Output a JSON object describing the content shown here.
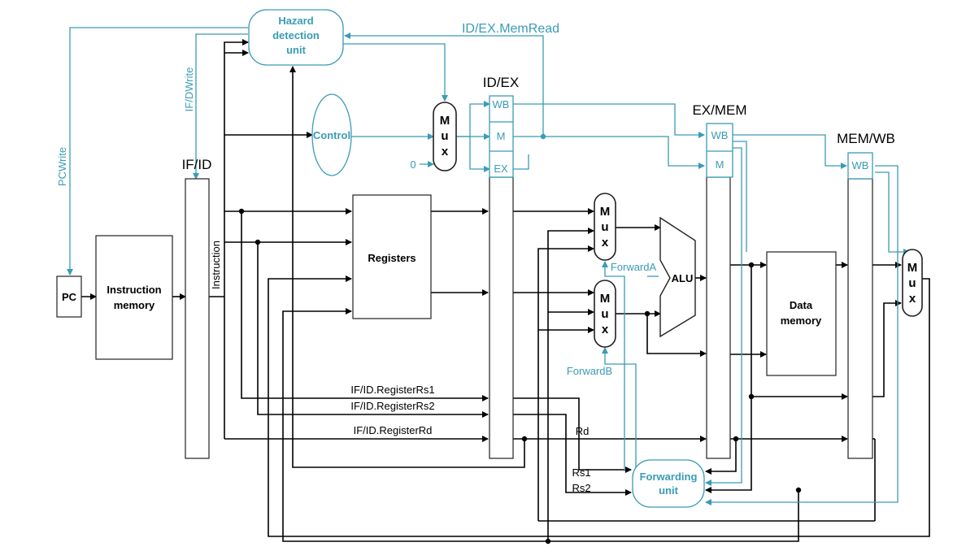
{
  "units": {
    "hazard": [
      "Hazard",
      "detection",
      "unit"
    ],
    "control": "Control",
    "pc": "PC",
    "imem": [
      "Instruction",
      "memory"
    ],
    "registers": "Registers",
    "alu": "ALU",
    "dmem": [
      "Data",
      "memory"
    ],
    "forwarding": [
      "Forwarding",
      "unit"
    ],
    "mux": [
      "M",
      "u",
      "x"
    ]
  },
  "registers": {
    "ifid": "IF/ID",
    "idex": "ID/EX",
    "exmem": "EX/MEM",
    "memwb": "MEM/WB",
    "wb": "WB",
    "m": "M",
    "ex": "EX"
  },
  "signals": {
    "idex_memread": "ID/EX.MemRead",
    "ifdwrite": "IF/DWrite",
    "pcwrite": "PCWrite",
    "instruction": "Instruction",
    "zero": "0",
    "rs1": "IF/ID.RegisterRs1",
    "rs2": "IF/ID.RegisterRs2",
    "rd": "IF/ID.RegisterRd",
    "rd_short": "Rd",
    "rs1_short": "Rs1",
    "rs2_short": "Rs2",
    "forwardA": "ForwardA",
    "forwardB": "ForwardB"
  }
}
